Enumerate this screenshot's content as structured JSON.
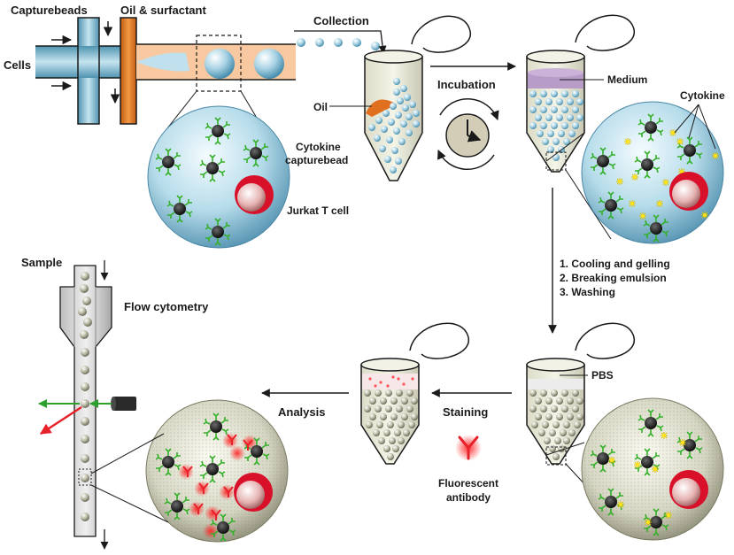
{
  "labels": {
    "capturebeads": "Capturebeads",
    "oil_surfactant": "Oil & surfactant",
    "cells": "Cells",
    "collection": "Collection",
    "oil": "Oil",
    "incubation": "Incubation",
    "medium": "Medium",
    "cytokine": "Cytokine",
    "cytokine_capturebead_1": "Cytokine",
    "cytokine_capturebead_2": "capturebead",
    "jurkat": "Jurkat T cell",
    "steps": [
      "1.  Cooling and gelling",
      "2.  Breaking emulsion",
      "3.  Washing"
    ],
    "sample": "Sample",
    "flow_cytometry": "Flow cytometry",
    "pbs": "PBS",
    "analysis": "Analysis",
    "staining": "Staining",
    "fluorescent_1": "Fluorescent",
    "fluorescent_2": "antibody"
  },
  "colors": {
    "channel_blue": "#8fc3d6",
    "oil_orange": "#e07020",
    "bead_blue": "#a8d4e6",
    "medium_purple": "#b89cc8",
    "gel_bead": "#b9b9a6",
    "antibody_red": "#e8202a",
    "arrow_green": "#2ea02e"
  }
}
